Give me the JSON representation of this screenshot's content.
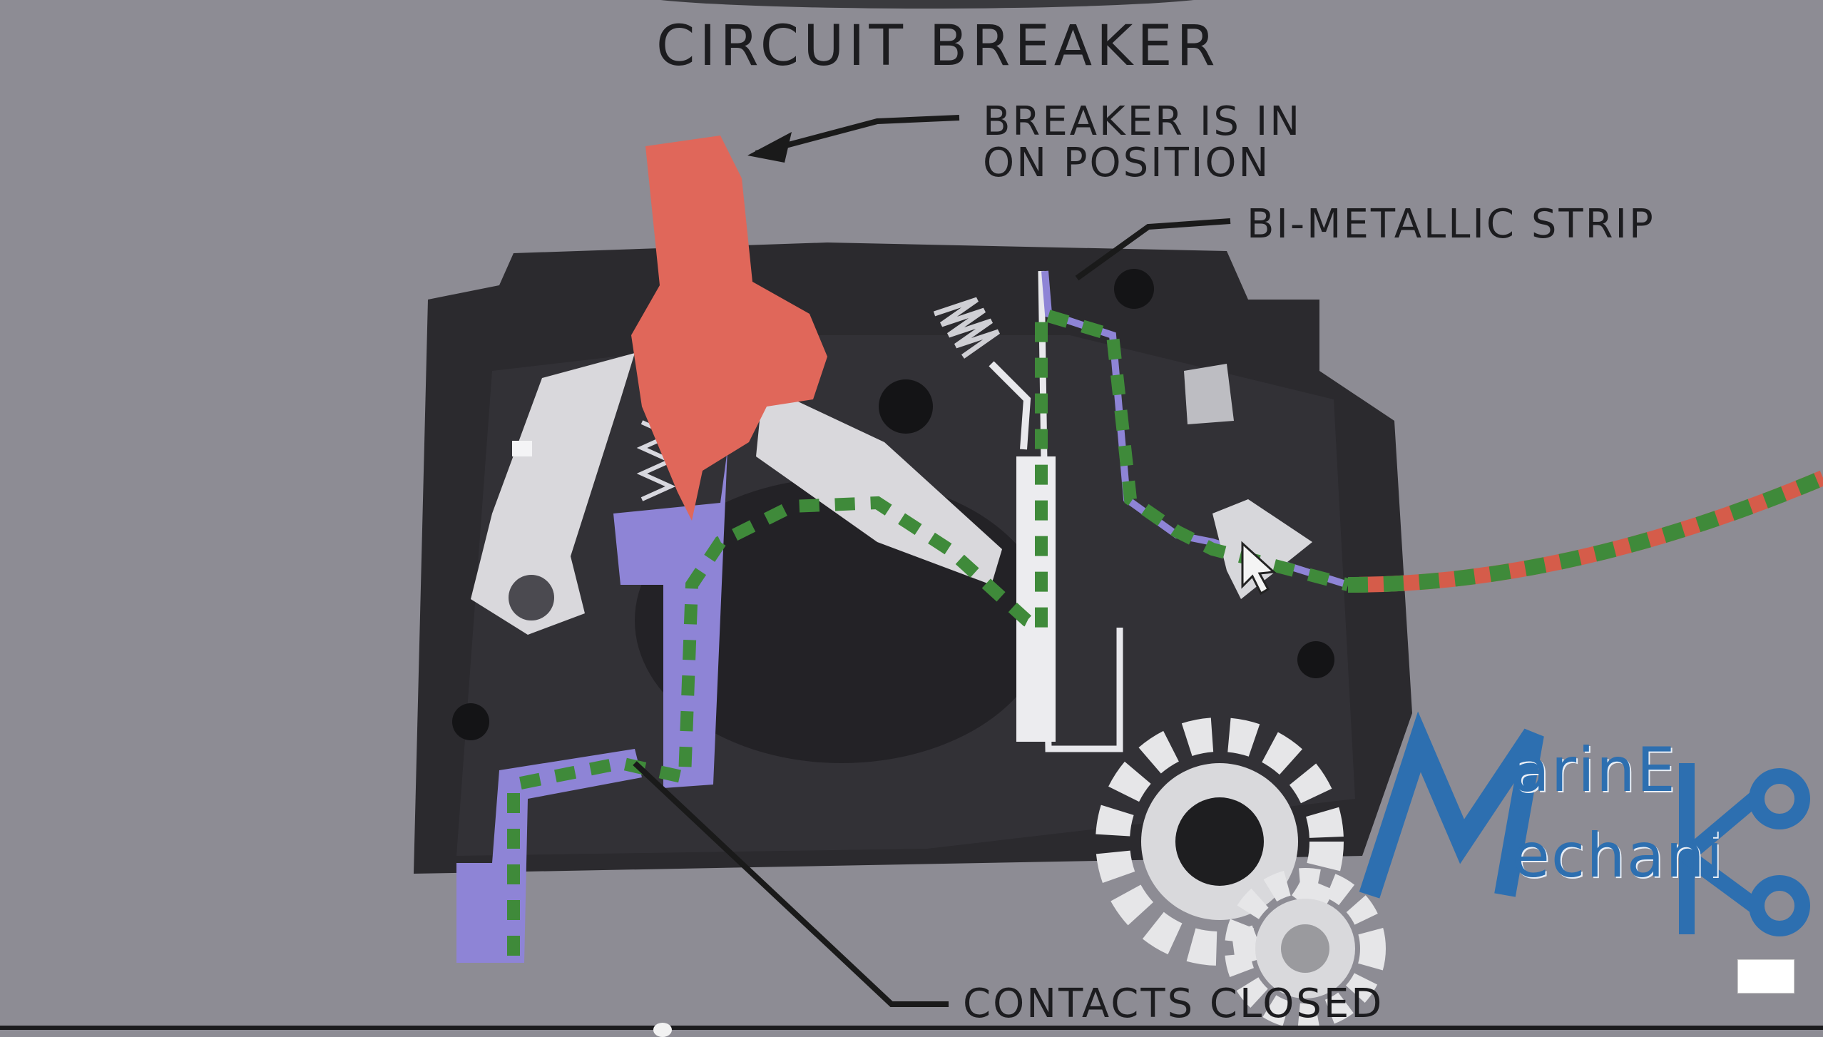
{
  "labels": {
    "title": "CIRCUIT BREAKER",
    "on_position_line1": "BREAKER IS IN",
    "on_position_line2": "ON POSITION",
    "bimetallic": "BI-METALLIC STRIP",
    "contacts": "CONTACTS CLOSED"
  },
  "watermark": {
    "line1": "arinE",
    "line2": "echani"
  },
  "colors": {
    "background": "#8d8c94",
    "housing": "#2b2a2e",
    "handle": "#e0675a",
    "conductor": "#8e84d6",
    "current_path": "#3f8a3a",
    "watermark": "#2d6fb0"
  },
  "icons": {
    "gears": "gears-icon",
    "wrench": "wrench-icon",
    "cursor": "pointer-cursor-icon"
  }
}
